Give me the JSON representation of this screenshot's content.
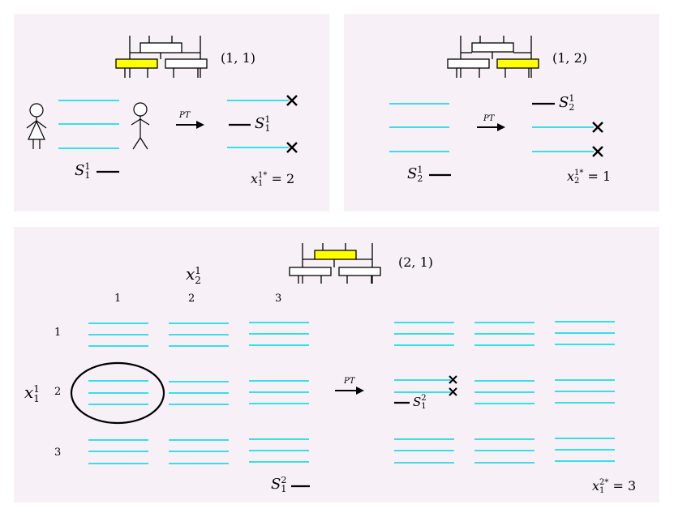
{
  "panel_a": {
    "pair": "(1, 1)",
    "pt": "PT",
    "s_before": {
      "base": "S",
      "sub": "1",
      "sup": "1"
    },
    "s_after": {
      "base": "S",
      "sub": "1",
      "sup": "1"
    },
    "result": {
      "base": "x",
      "sub": "1",
      "sup": "1*",
      "value": "= 2"
    }
  },
  "panel_b": {
    "pair": "(1, 2)",
    "pt": "PT",
    "s_before": {
      "base": "S",
      "sub": "2",
      "sup": "1"
    },
    "s_after": {
      "base": "S",
      "sub": "2",
      "sup": "1"
    },
    "result": {
      "base": "x",
      "sub": "2",
      "sup": "1*",
      "value": "= 1"
    }
  },
  "panel_c": {
    "pair": "(2, 1)",
    "pt": "PT",
    "col_var": {
      "base": "x",
      "sub": "2",
      "sup": "1"
    },
    "row_var": {
      "base": "x",
      "sub": "1",
      "sup": "1"
    },
    "col_labels": [
      "1",
      "2",
      "3"
    ],
    "row_labels": [
      "1",
      "2",
      "3"
    ],
    "s_after": {
      "base": "S",
      "sub": "1",
      "sup": "2"
    },
    "s_bottom": {
      "base": "S",
      "sub": "1",
      "sup": "2"
    },
    "result": {
      "base": "x",
      "sub": "1",
      "sup": "2*",
      "value": "= 3"
    }
  },
  "colors": {
    "panel_bg": "#f7f1f7",
    "line": "#33e0ee",
    "highlight": "#ffff00"
  }
}
